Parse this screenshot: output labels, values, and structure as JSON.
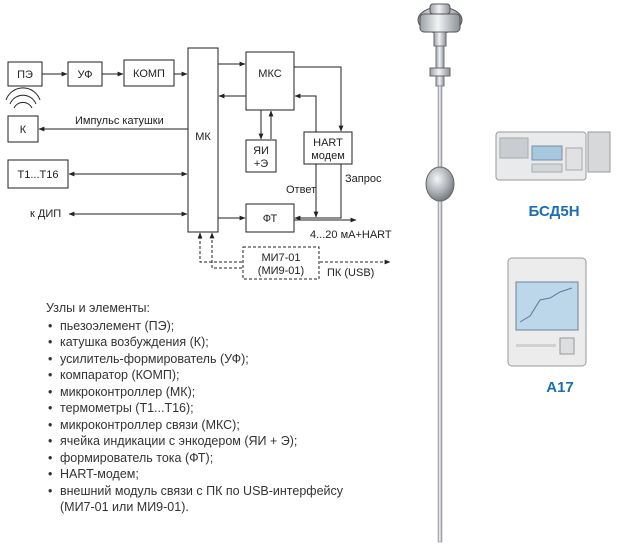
{
  "blocks": {
    "pe": "ПЭ",
    "uf": "УФ",
    "komp": "КОМП",
    "k": "К",
    "t": "Т1...Т16",
    "mk": "МК",
    "mks": "МКС",
    "yai_line1": "ЯИ",
    "yai_line2": "+Э",
    "hart_line1": "HART",
    "hart_line2": "модем",
    "ft": "ФТ",
    "mi_line1": "МИ7-01",
    "mi_line2": "(МИ9-01)"
  },
  "labels": {
    "coil_pulse": "Импульс катушки",
    "dip": "к ДИП",
    "answer": "Ответ",
    "request": "Запрос",
    "output": "4...20 мА+HART",
    "pc": "ПК (USB)"
  },
  "legend": {
    "title": "Узлы и элементы:",
    "items": [
      "пьезоэлемент (ПЭ);",
      "катушка возбуждения (К);",
      "усилитель-формирователь (УФ);",
      "компаратор (КОМП);",
      "микроконтроллер (МК);",
      "термометры (Т1...Т16);",
      "микроконтроллер связи (МКС);",
      "ячейка индикации с энкодером (ЯИ + Э);",
      "формирователь тока (ФТ);",
      "HART-модем;",
      "внешний модуль связи с ПК по USB-интерфейсу (МИ7-01 или МИ9-01)."
    ]
  },
  "products": {
    "bsd": "БСД5Н",
    "a17": "А17"
  },
  "colors": {
    "product_name": "#1a6fb3",
    "line": "#222222"
  }
}
